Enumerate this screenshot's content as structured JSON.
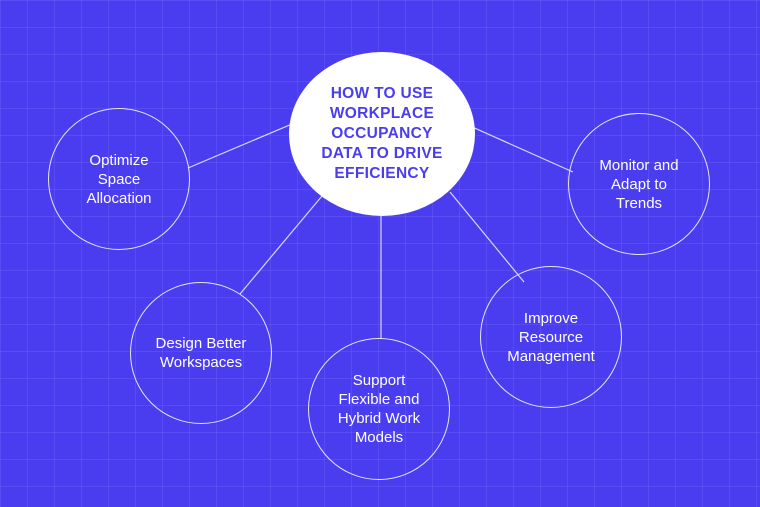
{
  "center": {
    "title_lines": [
      "HOW TO USE",
      "WORKPLACE",
      "OCCUPANCY",
      "DATA TO DRIVE",
      "EFFICIENCY"
    ]
  },
  "nodes": [
    {
      "lines": [
        "Optimize",
        "Space",
        "Allocation"
      ]
    },
    {
      "lines": [
        "Monitor and",
        "Adapt to",
        "Trends"
      ]
    },
    {
      "lines": [
        "Design Better",
        "Workspaces"
      ]
    },
    {
      "lines": [
        "Improve",
        "Resource",
        "Management"
      ]
    },
    {
      "lines": [
        "Support",
        "Flexible and",
        "Hybrid Work",
        "Models"
      ]
    }
  ],
  "colors": {
    "background": "#4a3df0",
    "center_fill": "#ffffff",
    "center_text": "#4a3df0",
    "node_text": "#ffffff",
    "connector": "#d9d6ff"
  }
}
